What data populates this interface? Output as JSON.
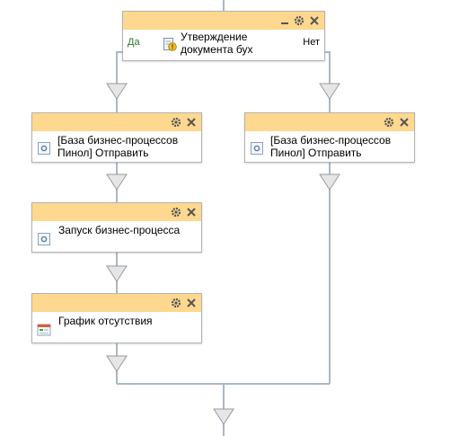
{
  "condition_block": {
    "title_line1": "Утверждение",
    "title_line2": "документа бух",
    "branch_yes": "Да",
    "branch_no": "Нет",
    "icon": "document-warning-icon",
    "controls": [
      "minimize-icon",
      "gear-icon",
      "close-icon"
    ]
  },
  "left_branch": [
    {
      "line1": "[База бизнес-процессов",
      "line2": "Пинол] Отправить",
      "icon": "activity-icon"
    },
    {
      "line1": "Запуск бизнес-процесса",
      "icon": "activity-icon"
    },
    {
      "line1": "График отсутствия",
      "icon": "calendar-list-icon"
    }
  ],
  "right_branch": [
    {
      "line1": "[База бизнес-процессов",
      "line2": "Пинол] Отправить",
      "icon": "activity-icon"
    }
  ],
  "colors": {
    "header": "#fdd88e",
    "branch_yes": "#2b7a2b",
    "connector": "#a9b8c6",
    "arrow_fill": "#e6e6e6",
    "arrow_stroke": "#9a9a9a"
  }
}
